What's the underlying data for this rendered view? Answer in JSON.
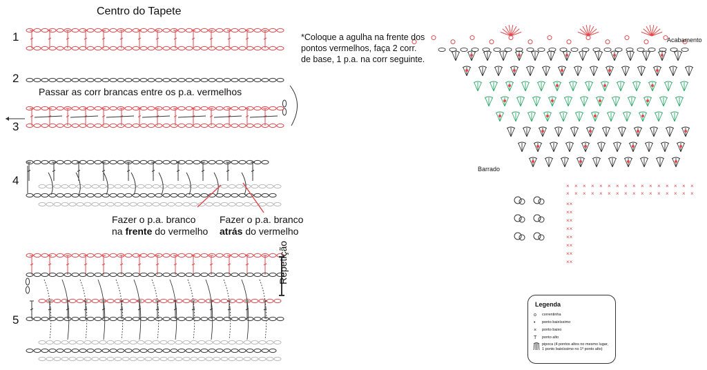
{
  "left_title": "Centro do Tapete",
  "row_numbers": [
    "1",
    "2",
    "3",
    "4",
    "5"
  ],
  "note": "*Coloque a agulha na frente dos pontos vermelhos, faça 2 corr. de base, 1 p.a. na corr seguinte.",
  "row2_label": "Passar as corr brancas entre os p.a. vermelhos",
  "annotation_front": {
    "line1": "Fazer o p.a. branco",
    "line2_pre": "na ",
    "line2_bold": "frente",
    "line2_post": " do vermelho"
  },
  "annotation_back": {
    "line1": "Fazer o p.a. branco",
    "line2_bold": "atrás",
    "line2_post": " do vermelho"
  },
  "repeat_label": "Repetição",
  "chart_labels": {
    "finish": "Acabamento",
    "border": "Barrado"
  },
  "legend": {
    "title": "Legenda",
    "items": [
      {
        "symbol": "o",
        "text": "correntinha"
      },
      {
        "symbol": "•",
        "text": "ponto baixíssimo"
      },
      {
        "symbol": "×",
        "text": "ponto baixo"
      },
      {
        "symbol": "T",
        "text": "ponto alto"
      },
      {
        "symbol": "pipoca",
        "text": "pipoca (4 pontos altos no mesmo lugar, 1 ponto baixíssimo no 1º ponto alto)"
      }
    ]
  },
  "colors": {
    "red": "#e0474c",
    "black": "#333333",
    "grey": "#b8b8b8",
    "green": "#2fa86a"
  }
}
